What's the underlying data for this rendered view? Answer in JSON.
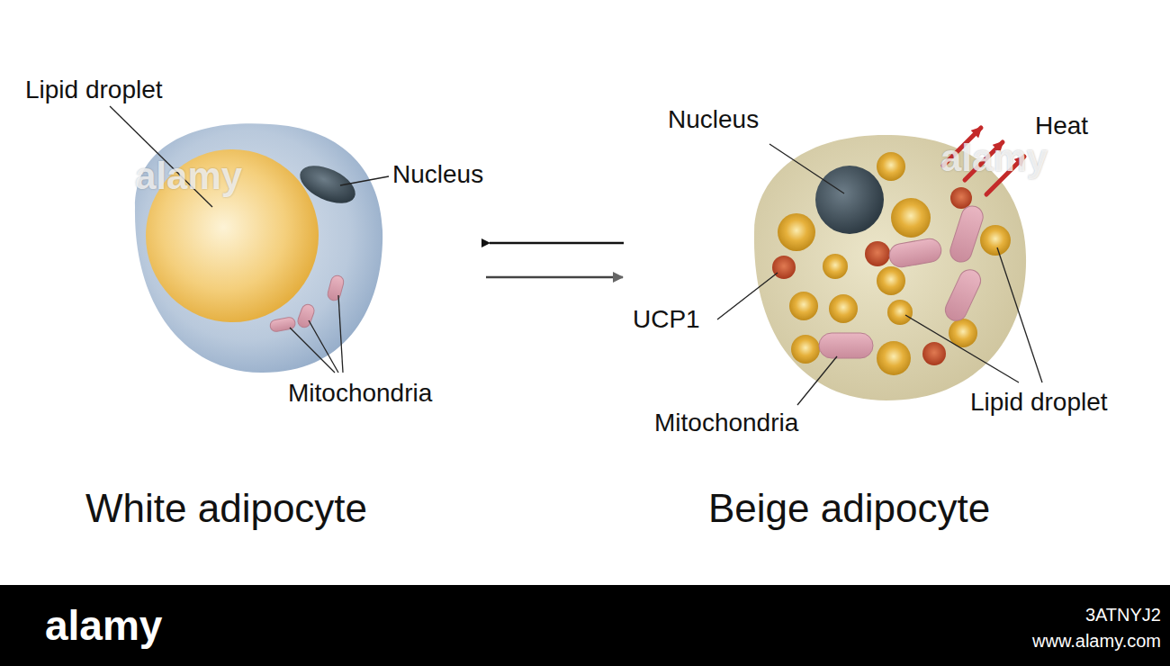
{
  "diagram": {
    "labels": [
      "Lipid droplet",
      "Nucleus",
      "Mitochondria",
      "White adipocyte",
      "Nucleus",
      "Heat",
      "UCP1",
      "Mitochondria",
      "Lipid droplet",
      "Beige adipocyte",
      "alamy",
      "alamy",
      "alamy",
      "3ATNYJ2",
      "www.alamy.com"
    ]
  }
}
